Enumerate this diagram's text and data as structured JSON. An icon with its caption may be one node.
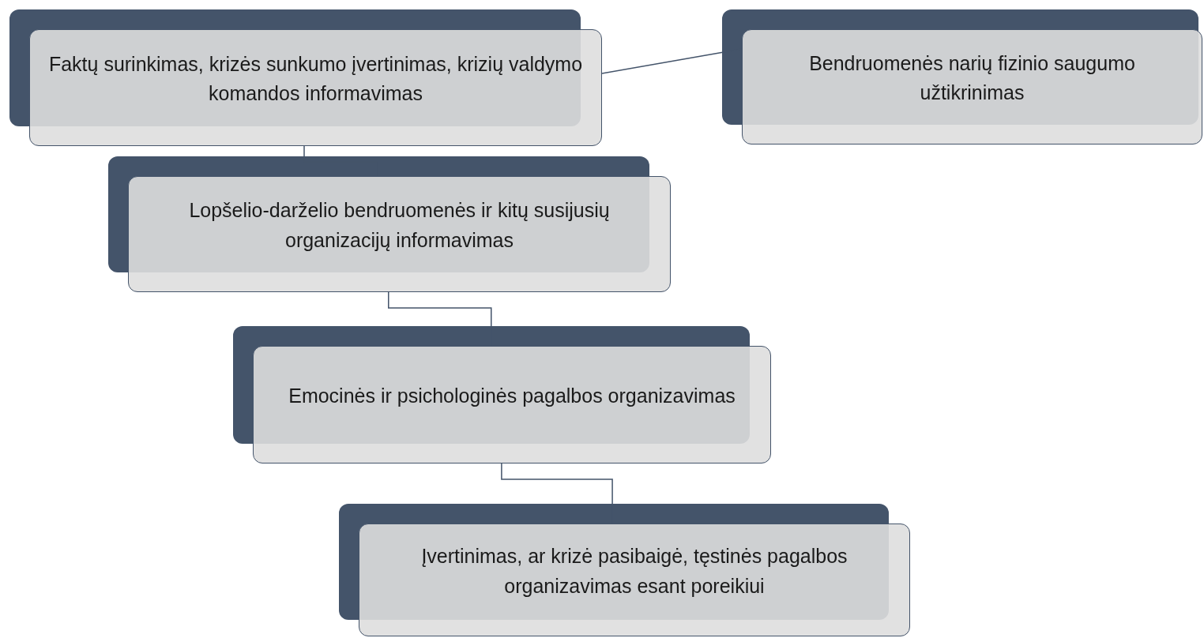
{
  "diagram": {
    "nodes": [
      {
        "text": [
          "Faktų surinkimas, krizės sunkumo įvertinimas, krizių valdymo komandos informavimas"
        ]
      },
      {
        "text": [
          "Bendruomenės narių fizinio saugumo užtikrinimas"
        ]
      },
      {
        "text": [
          "Lopšelio-darželio bendruomenės ir kitų susijusių organizacijų informavimas"
        ]
      },
      {
        "text": [
          "Emocinės ir psichologinės pagalbos organizavimas"
        ]
      },
      {
        "text": [
          "Įvertinimas, ar krizė pasibaigė, tęstinės pagalbos organizavimas esant poreikiui"
        ]
      }
    ],
    "edges": [
      {
        "from": 0,
        "to": 1,
        "arrow": "none"
      },
      {
        "from": 0,
        "to": 2,
        "arrow": "none"
      },
      {
        "from": 2,
        "to": 3,
        "arrow": "none"
      },
      {
        "from": 3,
        "to": 4,
        "arrow": "none"
      }
    ]
  }
}
